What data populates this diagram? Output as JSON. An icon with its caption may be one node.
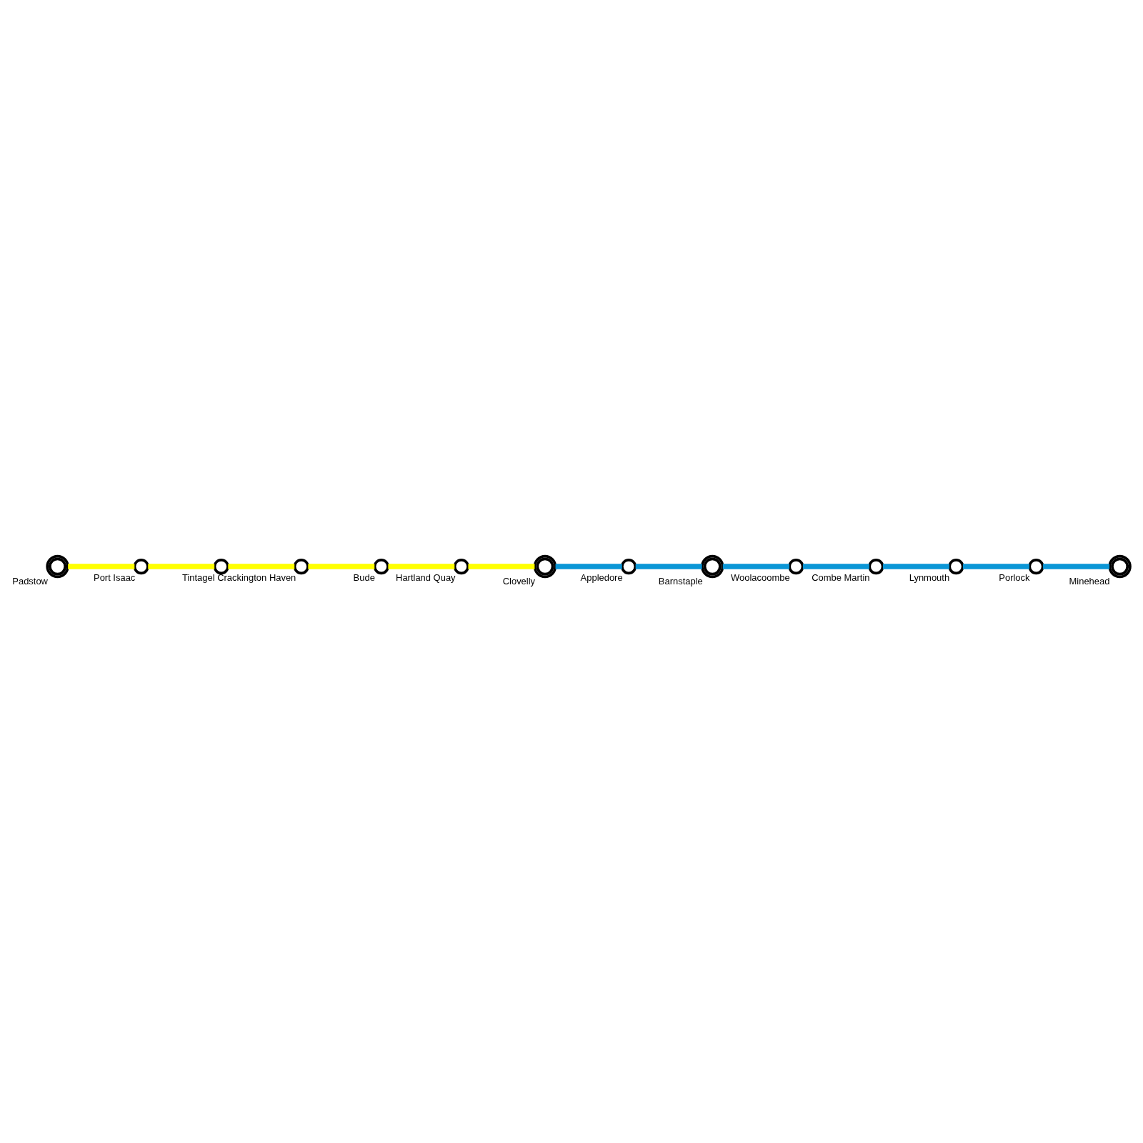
{
  "diagram": {
    "nodes": [
      {
        "text": [],
        "shape": "doublecircle",
        "beside": [
          "Padstow"
        ]
      },
      {
        "text": [],
        "shape": "circle",
        "beside": [
          "Port Isaac"
        ]
      },
      {
        "text": [],
        "shape": "circle",
        "beside": [
          "Tintagel"
        ]
      },
      {
        "text": [],
        "shape": "circle",
        "beside": [
          "Crackington Haven"
        ]
      },
      {
        "text": [],
        "shape": "circle",
        "beside": [
          "Bude"
        ]
      },
      {
        "text": [],
        "shape": "circle",
        "beside": [
          "Hartland Quay"
        ]
      },
      {
        "text": [],
        "shape": "doublecircle",
        "beside": [
          "Clovelly"
        ]
      },
      {
        "text": [],
        "shape": "circle",
        "beside": [
          "Appledore"
        ]
      },
      {
        "text": [],
        "shape": "doublecircle",
        "beside": [
          "Barnstaple"
        ]
      },
      {
        "text": [],
        "shape": "circle",
        "beside": [
          "Woolacoombe"
        ]
      },
      {
        "text": [],
        "shape": "circle",
        "beside": [
          "Combe Martin"
        ]
      },
      {
        "text": [],
        "shape": "circle",
        "beside": [
          "Lynmouth"
        ]
      },
      {
        "text": [],
        "shape": "circle",
        "beside": [
          "Porlock"
        ]
      },
      {
        "text": [],
        "shape": "doublecircle",
        "beside": [
          "Minehead"
        ]
      }
    ],
    "edges": [
      {
        "from": 0,
        "to": 1,
        "arrow": "none",
        "color": "#ffff00"
      },
      {
        "from": 1,
        "to": 2,
        "arrow": "none",
        "color": "#ffff00"
      },
      {
        "from": 2,
        "to": 3,
        "arrow": "none",
        "color": "#ffff00"
      },
      {
        "from": 3,
        "to": 4,
        "arrow": "none",
        "color": "#ffff00"
      },
      {
        "from": 4,
        "to": 5,
        "arrow": "none",
        "color": "#ffff00"
      },
      {
        "from": 5,
        "to": 6,
        "arrow": "none",
        "color": "#ffff00"
      },
      {
        "from": 6,
        "to": 7,
        "arrow": "none"
      },
      {
        "from": 7,
        "to": 8,
        "arrow": "none"
      },
      {
        "from": 8,
        "to": 9,
        "arrow": "none"
      },
      {
        "from": 9,
        "to": 10,
        "arrow": "none"
      },
      {
        "from": 10,
        "to": 11,
        "arrow": "none"
      },
      {
        "from": 11,
        "to": 12,
        "arrow": "none"
      },
      {
        "from": 12,
        "to": 13,
        "arrow": "none"
      }
    ]
  }
}
